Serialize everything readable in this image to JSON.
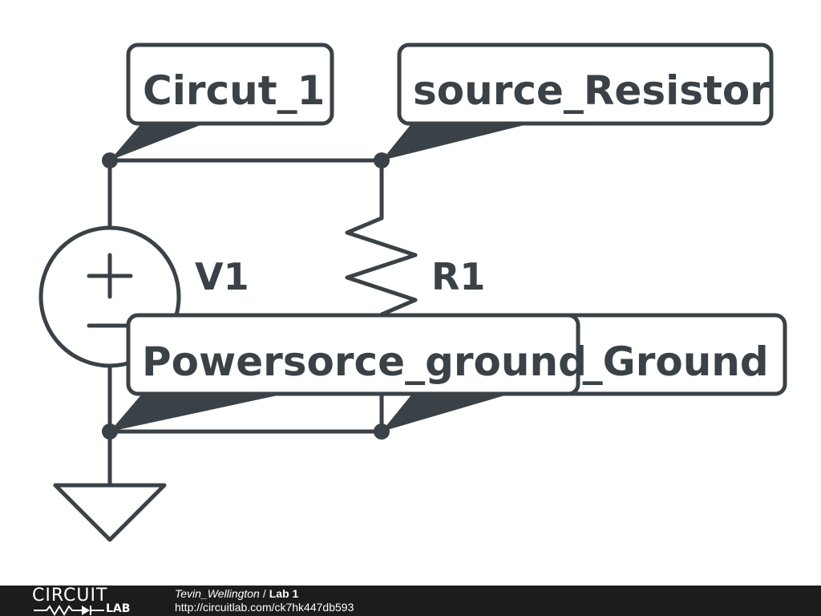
{
  "net_labels": {
    "circut_1": "Circut_1",
    "source_resistor": "source_Resistor",
    "powersorce_ground": "Powersorce_ground",
    "resistor_ground_visible": "r_Ground"
  },
  "components": {
    "v1_name": "V1",
    "r1_name": "R1"
  },
  "footer": {
    "logo_top": "CIRCUIT",
    "logo_bottom": "LAB",
    "author": "Tevin_Wellington",
    "separator": "/",
    "title": "Lab 1",
    "url": "http://circuitlab.com/ck7hk447db593"
  }
}
